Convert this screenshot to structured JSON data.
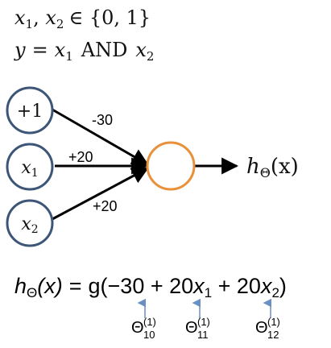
{
  "header": {
    "line1": {
      "vars": [
        "x",
        "1",
        "x",
        "2"
      ],
      "set": "∈ {0, 1}"
    },
    "line2": {
      "lhs": "y",
      "eq": "=",
      "x": "x",
      "sub1": "1",
      "op": "AND",
      "sub2": "2"
    }
  },
  "network": {
    "bias_label": "+1",
    "input1": {
      "var": "x",
      "sub": "1"
    },
    "input2": {
      "var": "x",
      "sub": "2"
    },
    "weights": {
      "bias": "-30",
      "w1": "+20",
      "w2": "+20"
    },
    "output": {
      "h": "h",
      "sub": "Θ",
      "arg": "(x)"
    }
  },
  "equation": {
    "lhs_h": "h",
    "lhs_sub": "Θ",
    "lhs_arg": "(x)",
    "eq": "=",
    "g_open": "g(−30 + 20",
    "x": "x",
    "sub1": "1",
    "plus": " + 20",
    "sub2": "2",
    "close": ")"
  },
  "thetas": [
    {
      "sym": "Θ",
      "sup": "(1)",
      "sub": "10"
    },
    {
      "sym": "Θ",
      "sup": "(1)",
      "sub": "11"
    },
    {
      "sym": "Θ",
      "sup": "(1)",
      "sub": "12"
    }
  ],
  "colors": {
    "input_node": "#3d5677",
    "output_node": "#e8913a",
    "theta_arrow": "#6a8fc4",
    "line": "#000000"
  }
}
